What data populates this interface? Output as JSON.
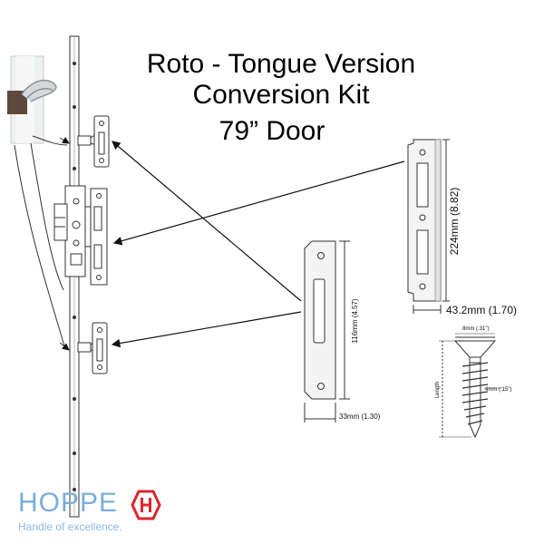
{
  "title": {
    "line1": "Roto - Tongue Version",
    "line2": "Conversion Kit",
    "line3": "79” Door"
  },
  "dimensions": {
    "long_plate_height": "224mm (8.82)",
    "long_plate_width": "43.2mm (1.70)",
    "short_plate_height": "116mm (4.57)",
    "short_plate_width": "33mm (1.30)",
    "screw_head": "8mm (.31\")",
    "screw_shank": "4mm (.15\")",
    "screw_length_label": "Length"
  },
  "brand": {
    "name": "HOPPE",
    "tagline": "Handle of excellence.",
    "color": "#7aaedb",
    "accent": "#d9262e"
  },
  "icons": [
    "hoppe-logo-icon",
    "door-handle-photo-icon",
    "screw-icon"
  ]
}
